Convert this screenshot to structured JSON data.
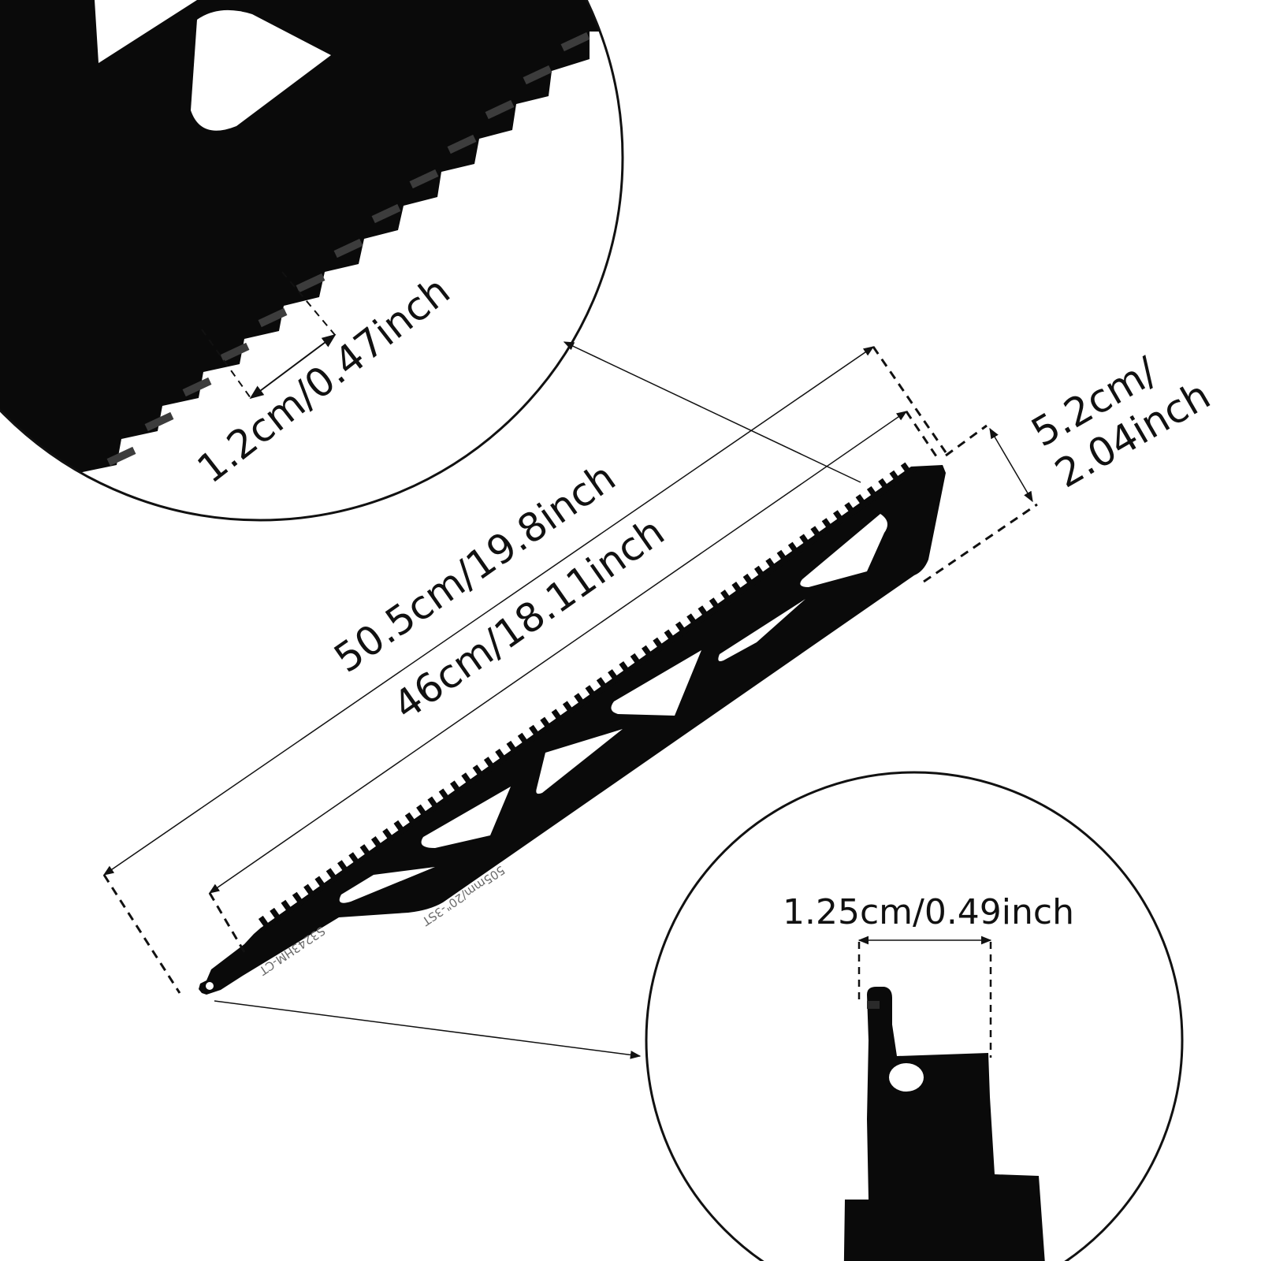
{
  "colors": {
    "blade": "#0a0a0a",
    "line": "#111111",
    "background": "#ffffff",
    "marking": "#6b6b6b"
  },
  "dimensions": {
    "tooth_pitch": "1.2cm/0.47inch",
    "overall_length": "50.5cm/19.8inch",
    "cutting_length": "46cm/18.11inch",
    "blade_height_line1": "5.2cm/",
    "blade_height_line2": "2.04inch",
    "shank_width": "1.25cm/0.49inch"
  },
  "blade_markings": {
    "model": "S3243HM-CT",
    "spec": "505mm/20\"-3ST"
  }
}
